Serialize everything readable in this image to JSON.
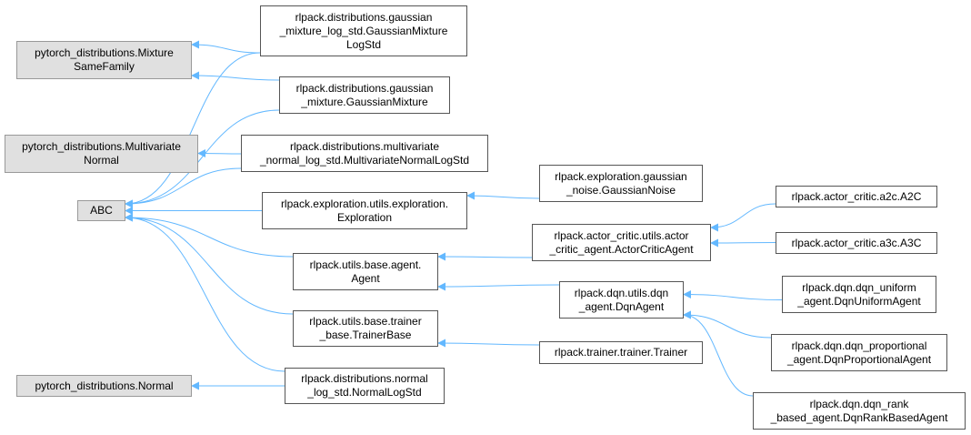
{
  "nodes": [
    {
      "id": "mixture_same_family",
      "lines": [
        "pytorch_distributions.Mixture",
        "SameFamily"
      ],
      "external": true
    },
    {
      "id": "multivariate_normal",
      "lines": [
        "pytorch_distributions.Multivariate",
        "Normal"
      ],
      "external": true
    },
    {
      "id": "abc",
      "lines": [
        "ABC"
      ],
      "external": true
    },
    {
      "id": "normal",
      "lines": [
        "pytorch_distributions.Normal"
      ],
      "external": true
    },
    {
      "id": "gaussian_mixture_log_std",
      "lines": [
        "rlpack.distributions.gaussian",
        "_mixture_log_std.GaussianMixture",
        "LogStd"
      ]
    },
    {
      "id": "gaussian_mixture",
      "lines": [
        "rlpack.distributions.gaussian",
        "_mixture.GaussianMixture"
      ]
    },
    {
      "id": "multivariate_normal_log_std",
      "lines": [
        "rlpack.distributions.multivariate",
        "_normal_log_std.MultivariateNormalLogStd"
      ]
    },
    {
      "id": "exploration",
      "lines": [
        "rlpack.exploration.utils.exploration.",
        "Exploration"
      ]
    },
    {
      "id": "agent",
      "lines": [
        "rlpack.utils.base.agent.",
        "Agent"
      ]
    },
    {
      "id": "trainer_base",
      "lines": [
        "rlpack.utils.base.trainer",
        "_base.TrainerBase"
      ]
    },
    {
      "id": "normal_log_std",
      "lines": [
        "rlpack.distributions.normal",
        "_log_std.NormalLogStd"
      ]
    },
    {
      "id": "gaussian_noise",
      "lines": [
        "rlpack.exploration.gaussian",
        "_noise.GaussianNoise"
      ]
    },
    {
      "id": "actor_critic_agent",
      "lines": [
        "rlpack.actor_critic.utils.actor",
        "_critic_agent.ActorCriticAgent"
      ]
    },
    {
      "id": "dqn_agent",
      "lines": [
        "rlpack.dqn.utils.dqn",
        "_agent.DqnAgent"
      ]
    },
    {
      "id": "trainer",
      "lines": [
        "rlpack.trainer.trainer.Trainer"
      ]
    },
    {
      "id": "a2c",
      "lines": [
        "rlpack.actor_critic.a2c.A2C"
      ]
    },
    {
      "id": "a3c",
      "lines": [
        "rlpack.actor_critic.a3c.A3C"
      ]
    },
    {
      "id": "dqn_uniform",
      "lines": [
        "rlpack.dqn.dqn_uniform",
        "_agent.DqnUniformAgent"
      ]
    },
    {
      "id": "dqn_proportional",
      "lines": [
        "rlpack.dqn.dqn_proportional",
        "_agent.DqnProportionalAgent"
      ]
    },
    {
      "id": "dqn_rank_based",
      "lines": [
        "rlpack.dqn.dqn_rank",
        "_based_agent.DqnRankBasedAgent"
      ]
    }
  ],
  "edges": [
    {
      "from": "gaussian_mixture_log_std",
      "to": "mixture_same_family"
    },
    {
      "from": "gaussian_mixture",
      "to": "mixture_same_family"
    },
    {
      "from": "multivariate_normal_log_std",
      "to": "multivariate_normal"
    },
    {
      "from": "gaussian_mixture_log_std",
      "to": "abc"
    },
    {
      "from": "gaussian_mixture",
      "to": "abc"
    },
    {
      "from": "multivariate_normal_log_std",
      "to": "abc"
    },
    {
      "from": "exploration",
      "to": "abc"
    },
    {
      "from": "agent",
      "to": "abc"
    },
    {
      "from": "trainer_base",
      "to": "abc"
    },
    {
      "from": "normal_log_std",
      "to": "abc"
    },
    {
      "from": "normal_log_std",
      "to": "normal"
    },
    {
      "from": "gaussian_noise",
      "to": "exploration"
    },
    {
      "from": "actor_critic_agent",
      "to": "agent"
    },
    {
      "from": "dqn_agent",
      "to": "agent"
    },
    {
      "from": "trainer",
      "to": "trainer_base"
    },
    {
      "from": "a2c",
      "to": "actor_critic_agent"
    },
    {
      "from": "a3c",
      "to": "actor_critic_agent"
    },
    {
      "from": "dqn_uniform",
      "to": "dqn_agent"
    },
    {
      "from": "dqn_proportional",
      "to": "dqn_agent"
    },
    {
      "from": "dqn_rank_based",
      "to": "dqn_agent"
    }
  ],
  "colors": {
    "edge": "#63b8ff",
    "node_border": "#555555",
    "external_fill": "#e0e0e0",
    "external_border": "#999999"
  }
}
